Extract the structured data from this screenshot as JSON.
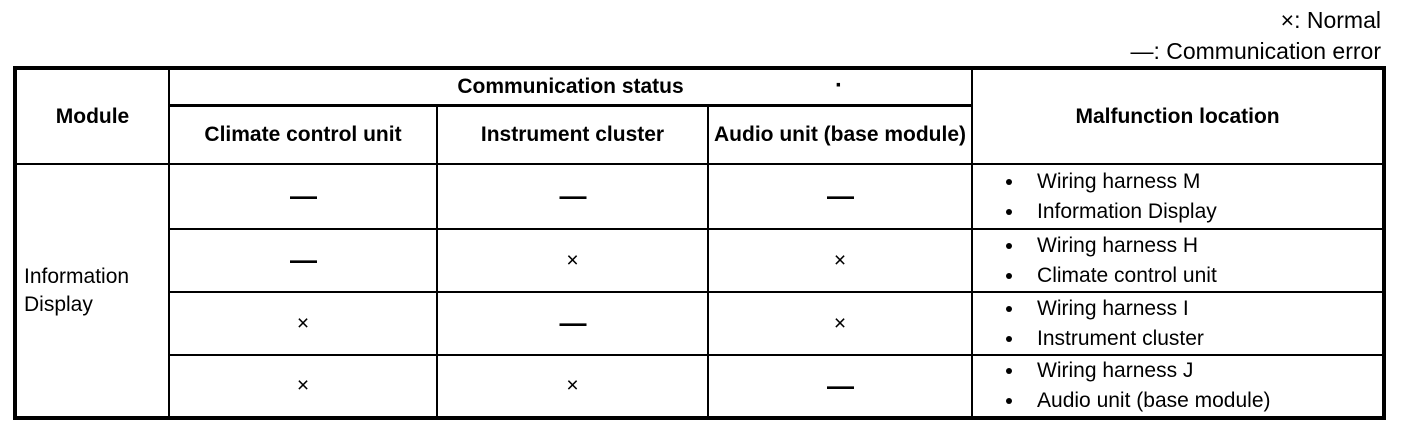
{
  "legend": {
    "items": [
      {
        "text": "×: Normal"
      },
      {
        "text": "—: Communication error"
      }
    ]
  },
  "table": {
    "header": {
      "module": "Module",
      "communication_status": "Communication status",
      "artifact_dot": "·",
      "sub_columns": [
        "Climate control unit",
        "Instrument cluster",
        "Audio unit (base module)"
      ],
      "malfunction_location": "Malfunction location"
    },
    "module_name": "Information Display",
    "rows": [
      {
        "statuses": [
          "—",
          "—",
          "—"
        ],
        "malfunctions": [
          "Wiring harness M",
          "Information Display"
        ]
      },
      {
        "statuses": [
          "—",
          "×",
          "×"
        ],
        "malfunctions": [
          "Wiring harness H",
          "Climate control unit"
        ]
      },
      {
        "statuses": [
          "×",
          "—",
          "×"
        ],
        "malfunctions": [
          "Wiring harness I",
          "Instrument cluster"
        ]
      },
      {
        "statuses": [
          "×",
          "×",
          "—"
        ],
        "malfunctions": [
          "Wiring harness J",
          "Audio unit (base module)"
        ]
      }
    ]
  }
}
